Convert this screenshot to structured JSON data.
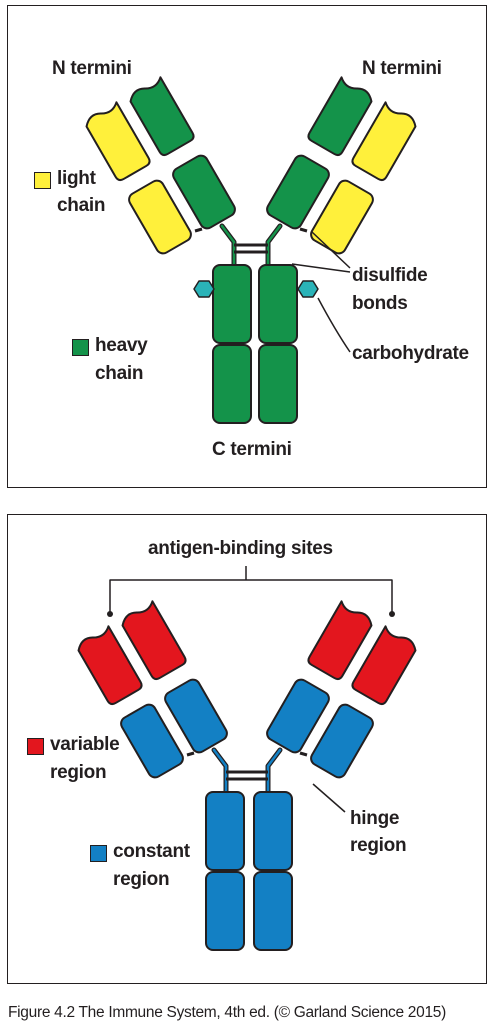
{
  "top_panel": {
    "labels": {
      "n_termini_left": "N termini",
      "n_termini_right": "N termini",
      "c_termini": "C termini",
      "disulfide_line1": "disulfide",
      "disulfide_line2": "bonds",
      "carbohydrate": "carbohydrate"
    },
    "legend": [
      {
        "line1": "light",
        "line2": "chain",
        "color": "#fff03b"
      },
      {
        "line1": "heavy",
        "line2": "chain",
        "color": "#14934a"
      }
    ]
  },
  "bottom_panel": {
    "labels": {
      "antigen_binding_sites": "antigen-binding sites",
      "hinge_line1": "hinge",
      "hinge_line2": "region"
    },
    "legend": [
      {
        "line1": "variable",
        "line2": "region",
        "color": "#e3161e"
      },
      {
        "line1": "constant",
        "line2": "region",
        "color": "#1380c4"
      }
    ]
  },
  "colors": {
    "light_chain": "#fff03b",
    "heavy_chain": "#14934a",
    "carbohydrate": "#2ab3b8",
    "variable_region": "#e3161e",
    "constant_region": "#1380c4",
    "outline": "#231f20"
  },
  "caption": "Figure 4.2 The Immune System, 4th ed. (© Garland Science 2015)"
}
